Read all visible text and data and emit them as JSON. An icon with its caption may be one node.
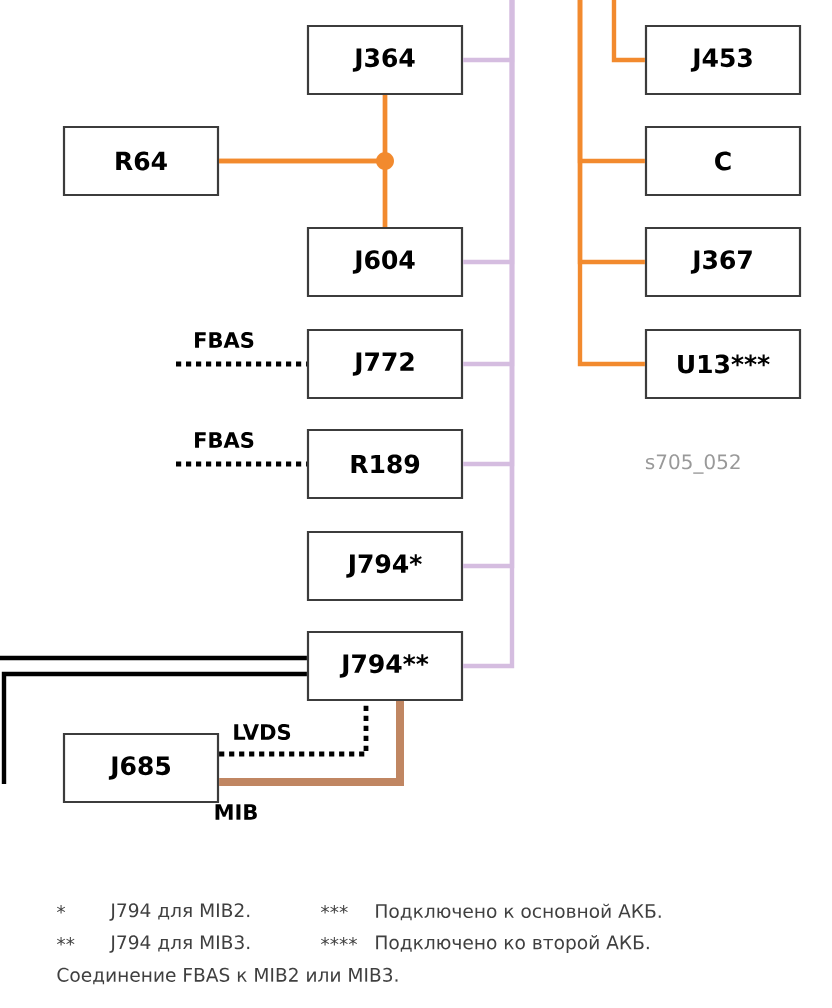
{
  "diagram": {
    "nodes": [
      {
        "text": [
          "J364"
        ]
      },
      {
        "text": [
          "J453"
        ]
      },
      {
        "text": [
          "R64"
        ]
      },
      {
        "text": [
          "C"
        ]
      },
      {
        "text": [
          "J604"
        ]
      },
      {
        "text": [
          "J367"
        ]
      },
      {
        "text": [
          "J772"
        ]
      },
      {
        "text": [
          "U13***"
        ]
      },
      {
        "text": [
          "R189"
        ]
      },
      {
        "text": [
          "J794*"
        ]
      },
      {
        "text": [
          "J794**"
        ]
      },
      {
        "text": [
          "J685"
        ]
      }
    ],
    "edges": [
      {
        "from": null,
        "to": 0,
        "arrow": "none",
        "color": "#d5bde0"
      },
      {
        "from": null,
        "to": 4,
        "arrow": "none",
        "color": "#d5bde0"
      },
      {
        "from": null,
        "to": 6,
        "arrow": "none",
        "color": "#d5bde0"
      },
      {
        "from": null,
        "to": 8,
        "arrow": "none",
        "color": "#d5bde0"
      },
      {
        "from": null,
        "to": 9,
        "arrow": "none",
        "color": "#d5bde0"
      },
      {
        "from": null,
        "to": 10,
        "arrow": "none",
        "color": "#d5bde0"
      },
      {
        "from": null,
        "to": 1,
        "arrow": "none",
        "color": "#f28a2e"
      },
      {
        "from": null,
        "to": 3,
        "arrow": "none",
        "color": "#f28a2e"
      },
      {
        "from": null,
        "to": 5,
        "arrow": "none",
        "color": "#f28a2e"
      },
      {
        "from": null,
        "to": 7,
        "arrow": "none",
        "color": "#f28a2e"
      },
      {
        "from": 0,
        "to": 4,
        "arrow": "none",
        "color": "#f28a2e"
      },
      {
        "from": 2,
        "to": 0,
        "arrow": "none",
        "color": "#f28a2e"
      },
      {
        "from": 2,
        "to": 4,
        "arrow": "none",
        "color": "#f28a2e"
      },
      {
        "from": null,
        "to": 6,
        "arrow": "none",
        "style": "dashed",
        "color": "#000000",
        "label": "FBAS"
      },
      {
        "from": null,
        "to": 8,
        "arrow": "none",
        "style": "dashed",
        "color": "#000000",
        "label": "FBAS"
      },
      {
        "from": null,
        "to": 10,
        "arrow": "none",
        "color": "#000000"
      },
      {
        "from": null,
        "to": 10,
        "arrow": "none",
        "color": "#000000"
      },
      {
        "from": 11,
        "to": 10,
        "arrow": "none",
        "style": "dashed",
        "color": "#000000",
        "label": "LVDS"
      },
      {
        "from": 11,
        "to": 10,
        "arrow": "none",
        "style": "thick",
        "color": "#c08662",
        "label": "MIB"
      }
    ],
    "labels": [
      "s705_052",
      "*",
      "J794 для MIB2.",
      "***",
      "Подключено к основной АКБ.",
      "**",
      "J794 для MIB3.",
      "****",
      "Подключено ко второй АКБ.",
      "Соединение FBAS к MIB2 или MIB3."
    ]
  }
}
